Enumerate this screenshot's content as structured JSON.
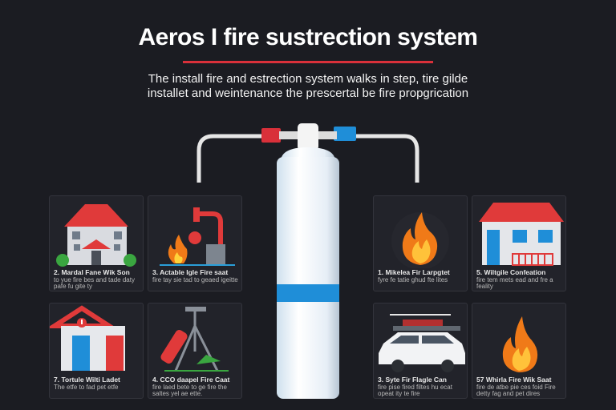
{
  "header": {
    "title": "Aeros I fire sustrection system",
    "subtitle_line1": "The install fire and estrection system walks in step, tire gilde",
    "subtitle_line2": "installet and weintenance the prescertal be fire propgrication"
  },
  "cards": [
    {
      "label": "2. Mardal Fane Wik Son",
      "desc": "to yue fire bes and tade daty pafe fu gite ty",
      "icon": "house-icon"
    },
    {
      "label": "3. Actable Igle Fire saat",
      "desc": "fire tay sie tad to geaed igeitte",
      "icon": "valve-icon"
    },
    {
      "label": "1. Mikelea Fir Larpgtet",
      "desc": "fyre fe tatie ghud fte lites",
      "icon": "flame-icon"
    },
    {
      "label": "5. Wiltgile Confeation",
      "desc": "fire tem mets ead and fre a feality",
      "icon": "house-icon"
    },
    {
      "label": "7. Tortule Wilti Ladet",
      "desc": "The etfe to fad pet etfe",
      "icon": "building-icon"
    },
    {
      "label": "4. CCO daapel Fire Caat",
      "desc": "fire laed bete to ge fire the saltes yel ae ette.",
      "icon": "extinguisher-icon"
    },
    {
      "label": "3. Syte Fir Flagle Can",
      "desc": "fire pise fired filtes hu ecat opeat ity te fire",
      "icon": "car-icon"
    },
    {
      "label": "57 Whirla Fire Wik Saat",
      "desc": "fire de atbe pie ces foid Fire detty fag and pet dires",
      "icon": "flame-icon"
    }
  ],
  "colors": {
    "background": "#1b1c22",
    "accent_red": "#d9303a",
    "accent_blue": "#1f8ed8",
    "flame_orange": "#f07a18",
    "roof_red": "#e03a3a"
  }
}
